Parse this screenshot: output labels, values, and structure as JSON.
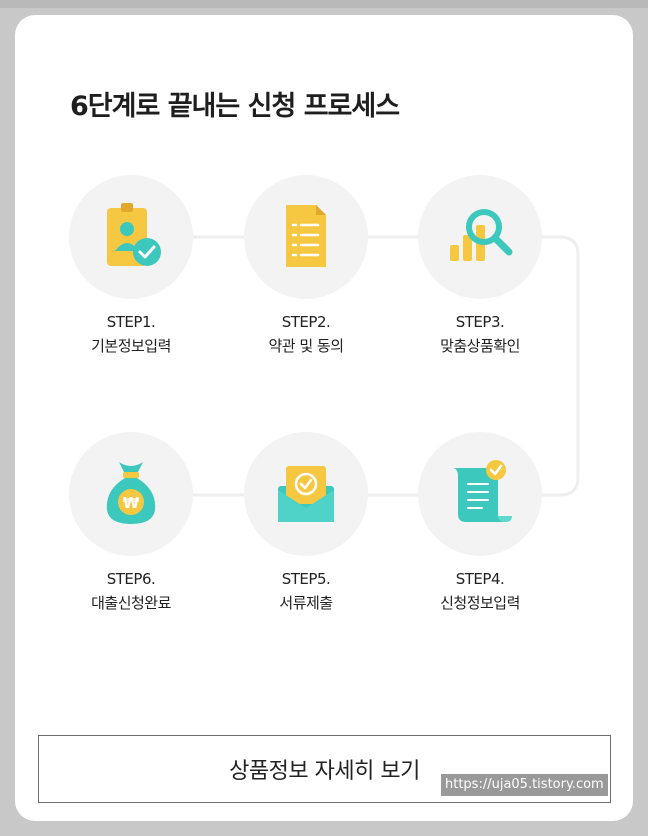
{
  "title": "6단계로 끝내는 신청 프로세스",
  "steps": [
    {
      "step": "STEP1.",
      "label": "기본정보입력",
      "icon": "profile-check-icon"
    },
    {
      "step": "STEP2.",
      "label": "약관 및 동의",
      "icon": "document-list-icon"
    },
    {
      "step": "STEP3.",
      "label": "맞춤상품확인",
      "icon": "chart-search-icon"
    },
    {
      "step": "STEP4.",
      "label": "신청정보입력",
      "icon": "scroll-check-icon"
    },
    {
      "step": "STEP5.",
      "label": "서류제출",
      "icon": "envelope-check-icon"
    },
    {
      "step": "STEP6.",
      "label": "대출신청완료",
      "icon": "money-bag-icon"
    }
  ],
  "button_label": "상품정보 자세히 보기",
  "watermark": "https://uja05.tistory.com",
  "colors": {
    "yellow": "#f6c842",
    "teal": "#3cc8bd",
    "circle": "#f3f3f3"
  }
}
